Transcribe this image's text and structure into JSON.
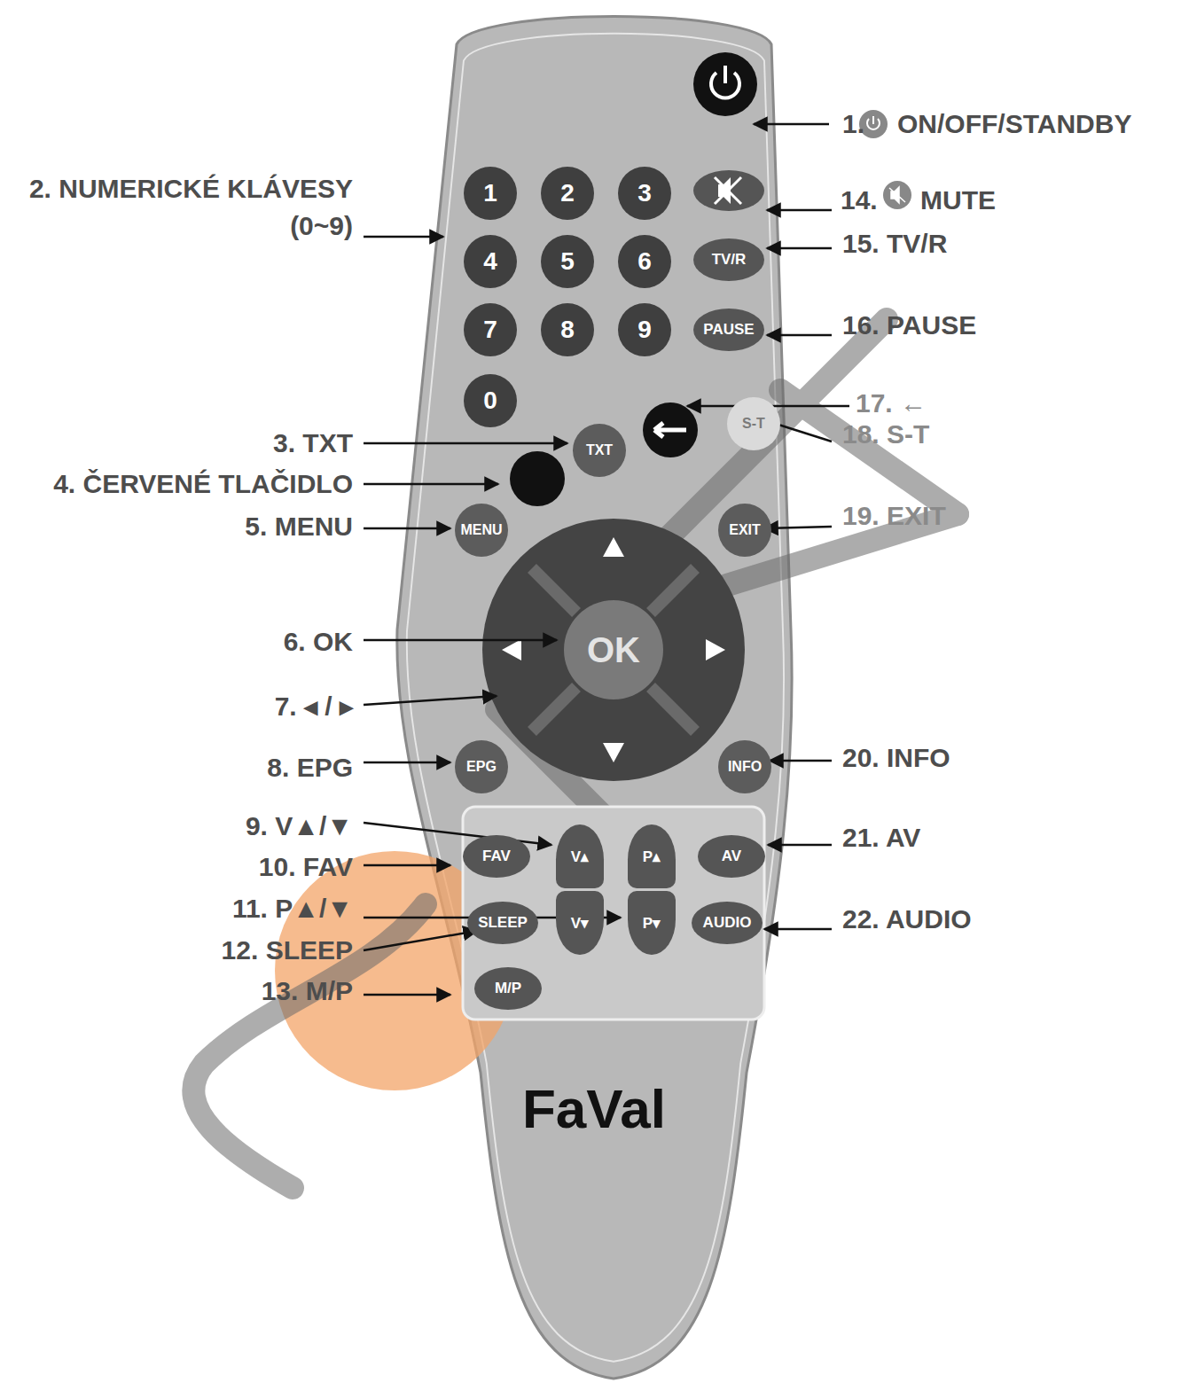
{
  "diagram": {
    "nodes": [
      {
        "text": [
          "FaVal"
        ]
      },
      {
        "text": [
          "1"
        ],
        "in": 0
      },
      {
        "text": [
          "2"
        ],
        "in": 0
      },
      {
        "text": [
          "3"
        ],
        "in": 0
      },
      {
        "text": [
          "4"
        ],
        "in": 0
      },
      {
        "text": [
          "5"
        ],
        "in": 0
      },
      {
        "text": [
          "6"
        ],
        "in": 0
      },
      {
        "text": [
          "TV/R"
        ],
        "in": 0
      },
      {
        "text": [
          "7"
        ],
        "in": 0
      },
      {
        "text": [
          "8"
        ],
        "in": 0
      },
      {
        "text": [
          "9"
        ],
        "in": 0
      },
      {
        "text": [
          "PAUSE"
        ],
        "in": 0
      },
      {
        "text": [
          "0"
        ],
        "in": 0
      },
      {
        "text": [
          "TXT"
        ],
        "in": 0
      },
      {
        "text": [
          "S-T"
        ],
        "in": 0
      },
      {
        "text": [
          "MENU"
        ],
        "in": 0
      },
      {
        "text": [
          "EXIT"
        ],
        "in": 0
      },
      {
        "text": [
          "OK"
        ],
        "in": 0
      },
      {
        "text": [
          "EPG"
        ],
        "in": 0
      },
      {
        "text": [
          "INFO"
        ],
        "in": 0
      },
      {
        "text": [
          "FAV"
        ],
        "in": 0
      },
      {
        "text": [
          "V▴"
        ],
        "in": 0
      },
      {
        "text": [
          "P▴"
        ],
        "in": 0
      },
      {
        "text": [
          "AV"
        ],
        "in": 0
      },
      {
        "text": [
          "SLEEP"
        ],
        "in": 0
      },
      {
        "text": [
          "V▾"
        ],
        "in": 0
      },
      {
        "text": [
          "P▾"
        ],
        "in": 0
      },
      {
        "text": [
          "AUDIO"
        ],
        "in": 0
      },
      {
        "text": [
          "M/P"
        ],
        "in": 0
      }
    ],
    "labels": [
      "1.",
      "ON/OFF/STANDBY",
      "2. NUMERICKÉ KLÁVESY (0~9)",
      "3. TXT",
      "4. ČERVENÉ TLAČIDLO",
      "5. MENU",
      "6. OK",
      "7. ◂ / ▸",
      "8. EPG",
      "9. V▲/▼",
      "10. FAV",
      "11. P▲/▼",
      "12. SLEEP",
      "13. M/P",
      "14.",
      "MUTE",
      "15. TV/R",
      "16. PAUSE",
      "17. ←",
      "18. S-T",
      "19. EXIT",
      "20. INFO",
      "21. AV",
      "22. AUDIO"
    ]
  }
}
